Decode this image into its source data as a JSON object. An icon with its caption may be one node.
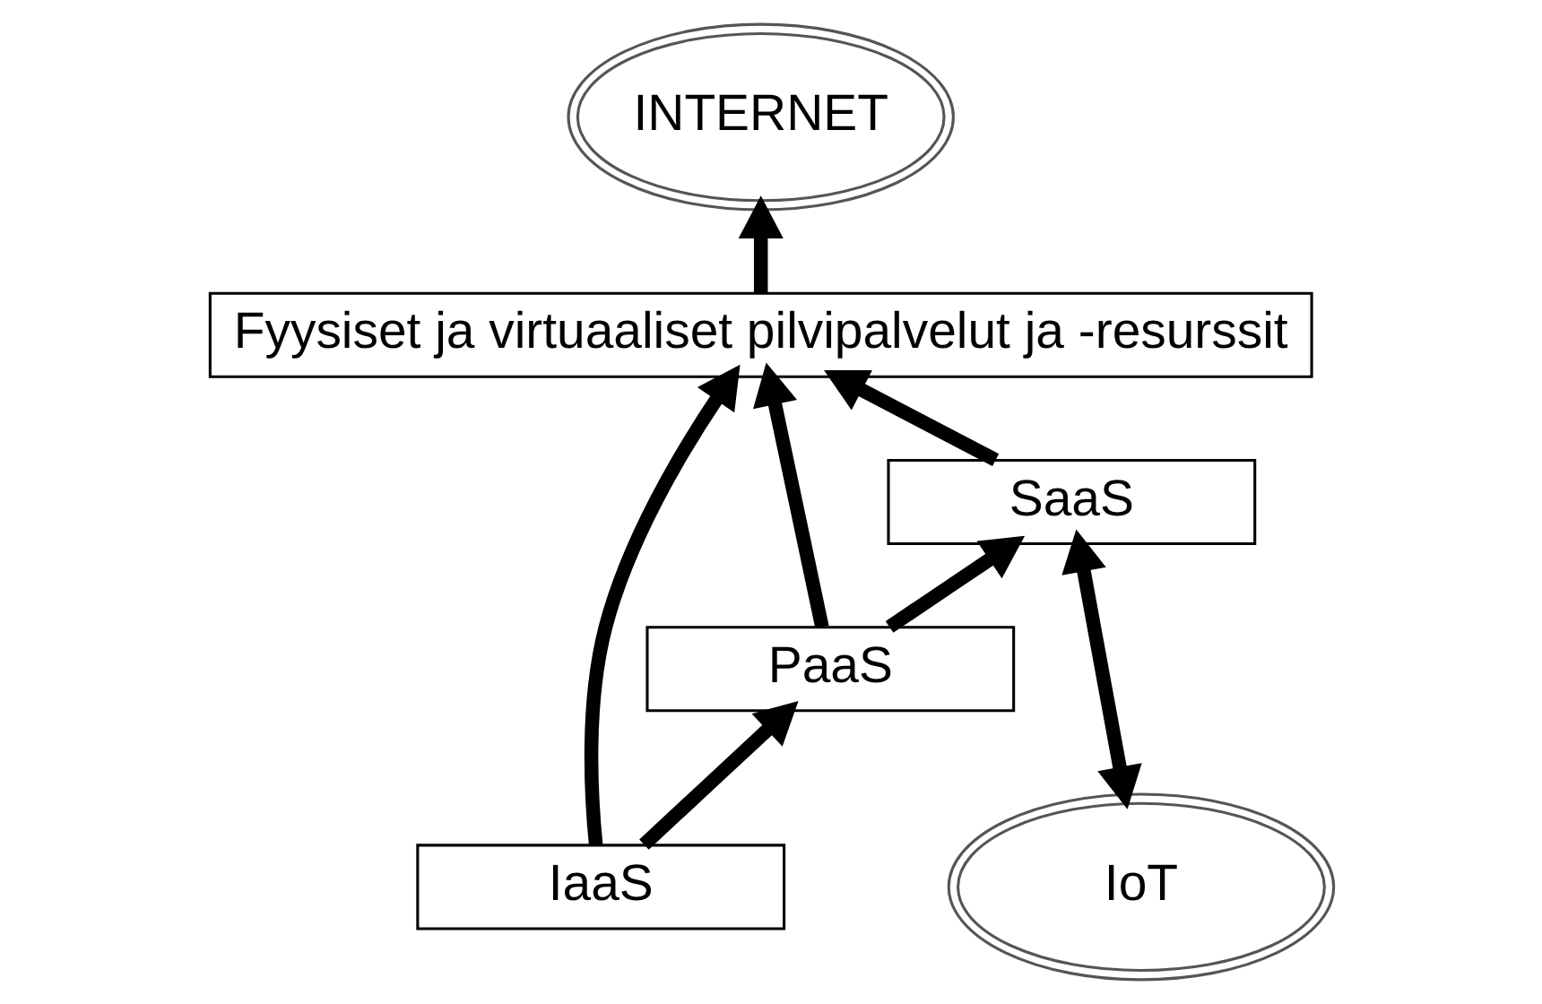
{
  "diagram": {
    "nodes": [
      {
        "text": [
          "INTERNET"
        ]
      },
      {
        "text": [
          "Fyysiset ja virtuaaliset pilvipalvelut ja -resurssit"
        ]
      },
      {
        "text": [
          "IaaS"
        ]
      },
      {
        "text": [
          "PaaS"
        ]
      },
      {
        "text": [
          "SaaS"
        ]
      },
      {
        "text": [
          "IoT"
        ]
      }
    ],
    "edges": [
      {
        "from": 1,
        "to": 0,
        "arrow": "to"
      },
      {
        "from": 2,
        "to": 1,
        "arrow": "to"
      },
      {
        "from": 2,
        "to": 3,
        "arrow": "to"
      },
      {
        "from": 3,
        "to": 1,
        "arrow": "to"
      },
      {
        "from": 3,
        "to": 4,
        "arrow": "to"
      },
      {
        "from": 4,
        "to": 1,
        "arrow": "to"
      },
      {
        "from": 5,
        "to": 4,
        "arrow": "both"
      }
    ]
  }
}
